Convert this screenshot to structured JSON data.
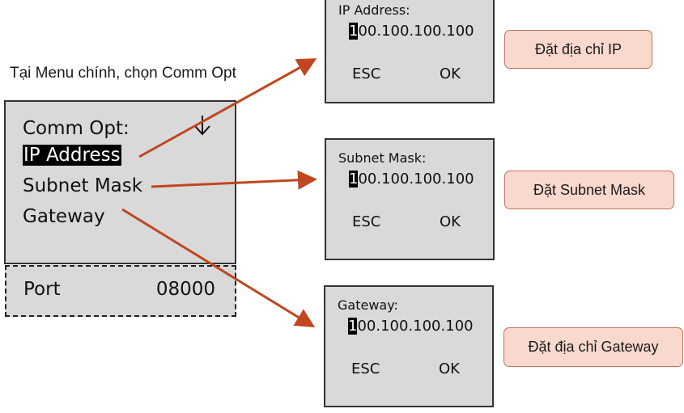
{
  "caption": "Tại Menu chính, chọn Comm Opt",
  "main_menu": {
    "title": "Comm Opt:",
    "items": [
      {
        "label": "IP Address",
        "selected": true
      },
      {
        "label": "Subnet Mask",
        "selected": false
      },
      {
        "label": "Gateway",
        "selected": false
      }
    ],
    "scroll_icon": "down-arrow-icon"
  },
  "port": {
    "label": "Port",
    "value": "08000"
  },
  "sub_screens": [
    {
      "title": "IP Address:",
      "value_cursor": "1",
      "value_rest": "00.100.100.100",
      "esc_label": "ESC",
      "ok_label": "OK"
    },
    {
      "title": "Subnet Mask:",
      "value_cursor": "1",
      "value_rest": "00.100.100.100",
      "esc_label": "ESC",
      "ok_label": "OK"
    },
    {
      "title": "Gateway:",
      "value_cursor": "1",
      "value_rest": "00.100.100.100",
      "esc_label": "ESC",
      "ok_label": "OK"
    }
  ],
  "labels": [
    "Đặt địa chỉ IP",
    "Đặt Subnet Mask",
    "Đặt địa chỉ Gateway"
  ],
  "colors": {
    "arrow": "#c0461f",
    "screen_bg": "#d9d9d9",
    "label_bg": "#f9d9cd",
    "label_border": "#c0735a"
  }
}
